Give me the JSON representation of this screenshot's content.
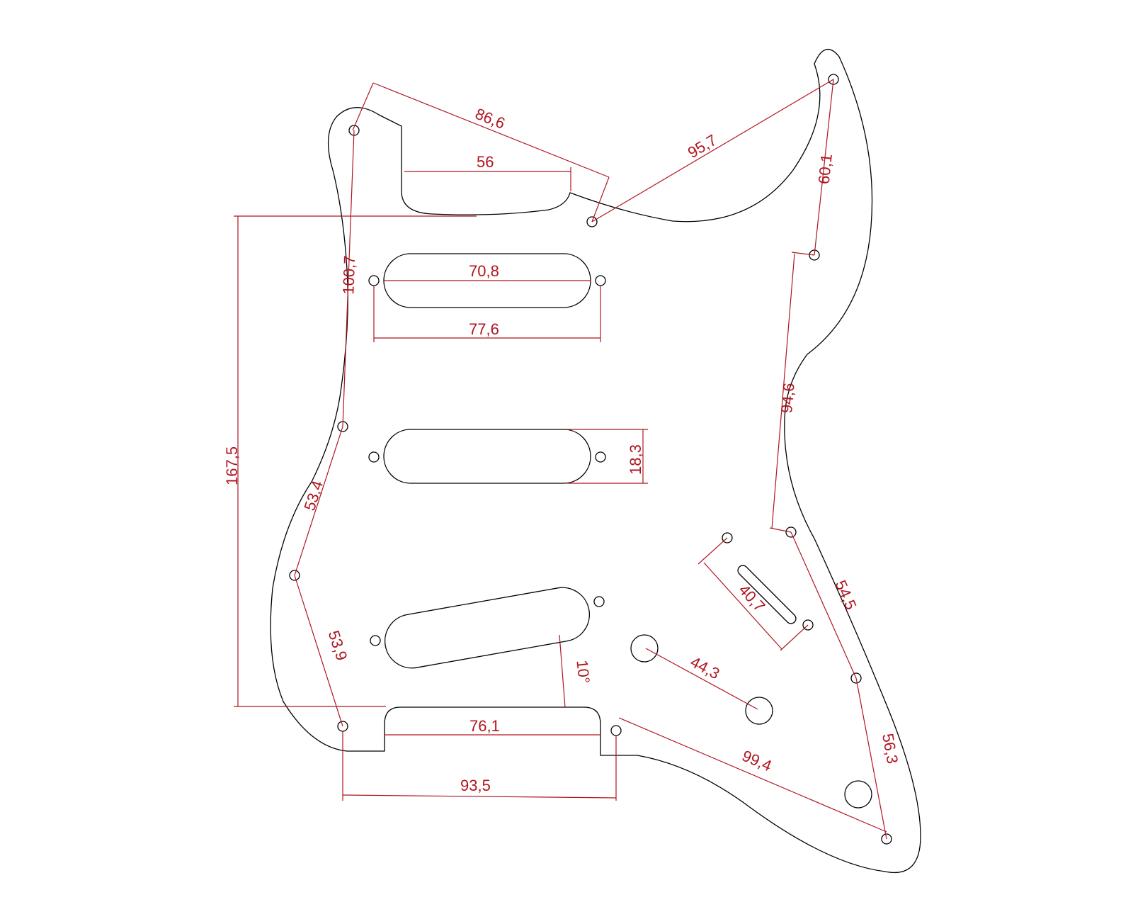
{
  "drawing": {
    "subject": "Stratocaster-style pickguard outline with dimensions (mm)",
    "colors": {
      "outline": "#000000",
      "dimension": "#b0151f",
      "background": "#ffffff"
    }
  },
  "dimensions": {
    "top_screw_to_neck_cutout": "86,6",
    "neck_pocket_width": "56",
    "top_middle_to_horn_screw": "95,7",
    "horn_screw_to_right_upper": "60,1",
    "left_top_to_left_middle": "100,7",
    "pickup_opening_length": "70,8",
    "pickup_screw_spacing": "77,6",
    "overall_height": "167,5",
    "pickup_opening_width": "18,3",
    "left_middle_to_left_lower": "53,4",
    "left_lower_to_bottom_left": "53,9",
    "bridge_pickup_angle": "10°",
    "bottom_cutout_width": "76,1",
    "bottom_screw_spacing": "93,5",
    "switch_screw_spacing": "40,7",
    "pot_spacing": "44,3",
    "right_side_upper_to_lower": "94,6",
    "right_lower_to_right_bottom": "54,5",
    "right_bottom_to_tail": "56,3",
    "bottom_right_to_tail": "99,4"
  }
}
